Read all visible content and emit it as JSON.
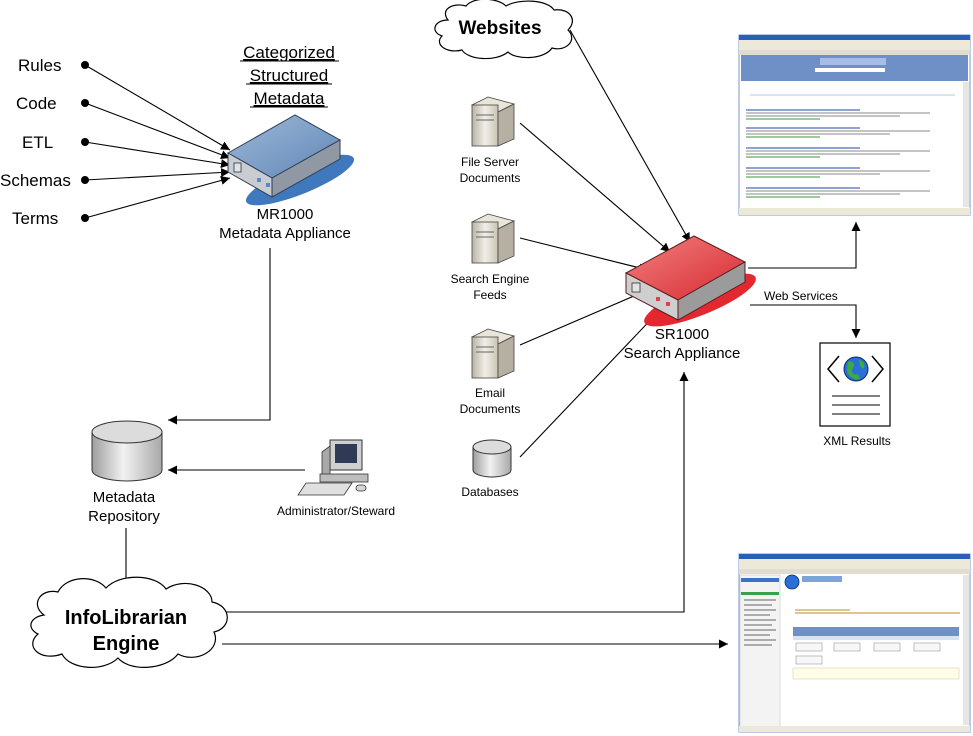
{
  "left_inputs": [
    "Rules",
    "Code",
    "ETL",
    "Schemas",
    "Terms"
  ],
  "heading": [
    "Categorized",
    "Structured",
    "Metadata"
  ],
  "mr1000": {
    "line1": "MR1000",
    "line2": "Metadata Appliance"
  },
  "repository": {
    "line1": "Metadata",
    "line2": "Repository"
  },
  "admin": "Administrator/Steward",
  "engine": {
    "line1": "InfoLibrarian",
    "line2": "Engine"
  },
  "websites": "Websites",
  "sources": {
    "file_server": [
      "File Server",
      "Documents"
    ],
    "search_feeds": [
      "Search Engine",
      "Feeds"
    ],
    "email": [
      "Email",
      "Documents"
    ],
    "databases": "Databases"
  },
  "sr1000": {
    "line1": "SR1000",
    "line2": "Search Appliance"
  },
  "web_services": "Web Services",
  "xml_results": "XML Results",
  "colors": {
    "mr_appliance": "#6f93bd",
    "sr_appliance": "#e0333a",
    "arrow": "#000000"
  }
}
